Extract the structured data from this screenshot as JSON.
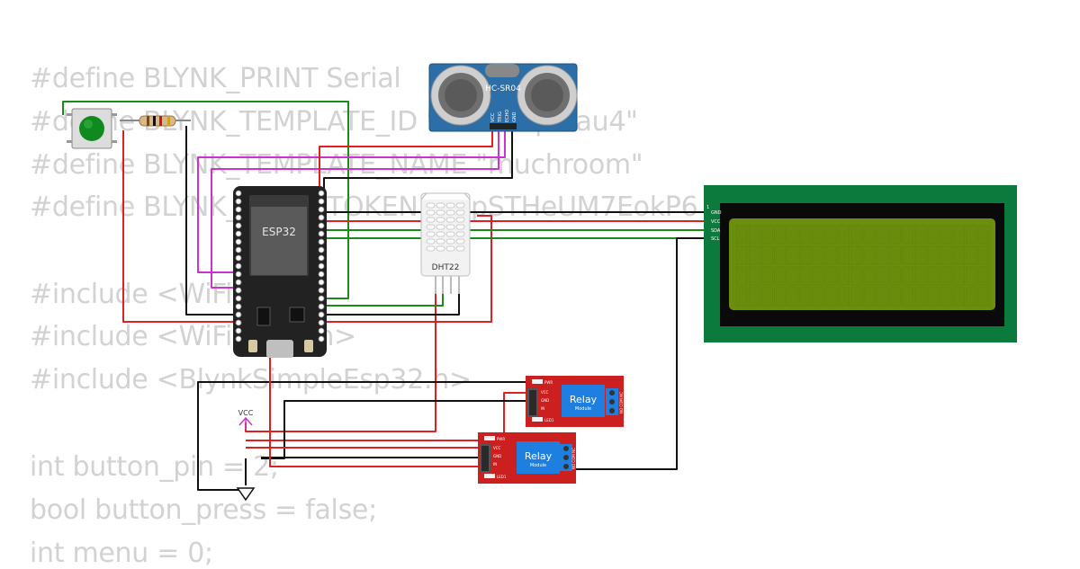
{
  "code_lines": [
    "#define BLYNK_PRINT Serial",
    "#define BLYNK_TEMPLATE_ID \"TMPL6qzNau4\"",
    "#define BLYNK_TEMPLATE_NAME \"muchroom\"",
    "#define BLYNK_AUTH_TOKEN \"k4pSTHeUM7EokP6",
    "",
    "#include <WiFi.h>",
    "#include <WiFiClient.h>",
    "#include <BlynkSimpleEsp32.h>",
    "",
    "int button_pin = 2;",
    "bool button_press = false;",
    "int menu = 0;"
  ],
  "components": {
    "ultrasonic": {
      "label": "HC-SR04",
      "pins": [
        "VCC",
        "TRIG",
        "ECHO",
        "GND"
      ]
    },
    "esp32": {
      "label": "ESP32"
    },
    "dht": {
      "label": "DHT22"
    },
    "lcd": {
      "pin_one": "1",
      "pins": [
        "GND",
        "VCC",
        "SDA",
        "SCL"
      ]
    },
    "relay1": {
      "title": "Relay",
      "subtitle": "Module",
      "pins": [
        "VCC",
        "GND",
        "IN"
      ],
      "pwr": "PWR",
      "led": "LED1",
      "out_pins": "NO COM NC"
    },
    "relay2": {
      "title": "Relay",
      "subtitle": "Module",
      "pins": [
        "VCC",
        "GND",
        "IN"
      ],
      "pwr": "PWR",
      "led": "LED1",
      "out_pins": "NO COM NC"
    },
    "vcc_symbol": {
      "label": "VCC"
    }
  },
  "colors": {
    "code_text": "#d2d2d2",
    "wire_red": "#e02020",
    "wire_green": "#1a8a1a",
    "wire_black": "#111111",
    "wire_magenta": "#cc33cc",
    "lcd_pcb": "#0b7a3c",
    "lcd_screen": "#6b8e0e",
    "relay_pcb": "#cc1f1f",
    "relay_body": "#1e7fe0",
    "sensor_pcb": "#2c6ea8",
    "esp_board": "#222222"
  }
}
